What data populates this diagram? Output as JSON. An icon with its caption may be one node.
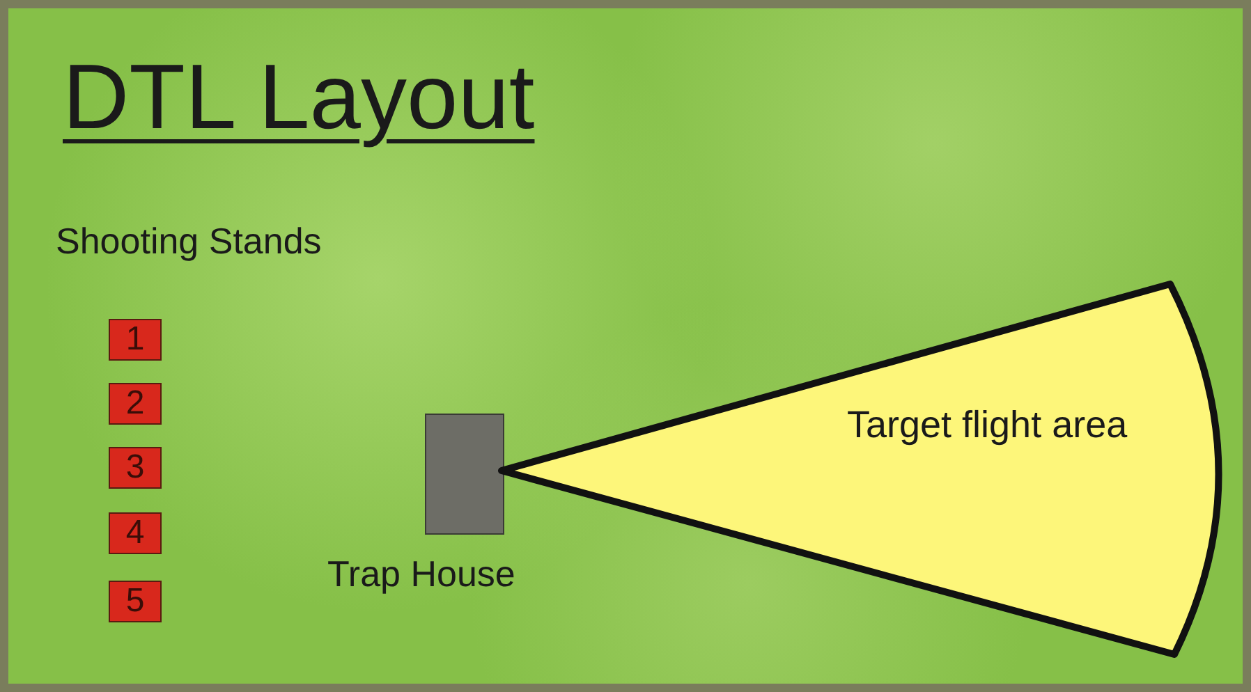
{
  "diagram": {
    "title": "DTL Layout",
    "nodes": [
      {
        "text": [
          "1"
        ]
      },
      {
        "text": [
          "2"
        ]
      },
      {
        "text": [
          "3"
        ]
      },
      {
        "text": [
          "4"
        ]
      },
      {
        "text": [
          "5"
        ]
      },
      {
        "text": [],
        "shape": "box"
      },
      {
        "text": [
          "Target flight area"
        ]
      }
    ],
    "edges": [],
    "labels": [
      "Shooting Stands",
      "Trap House"
    ]
  }
}
